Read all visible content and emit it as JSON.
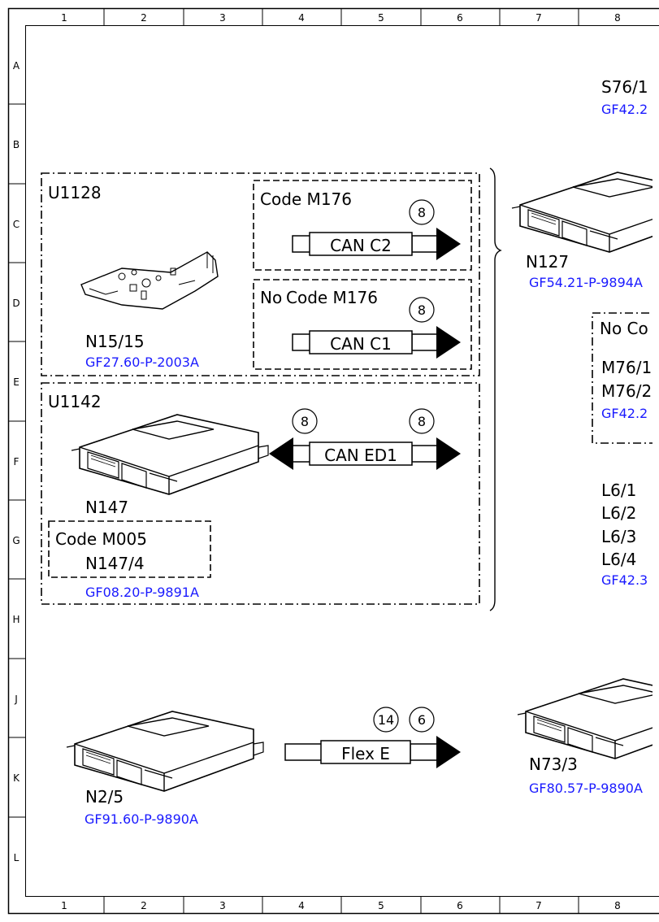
{
  "grid": {
    "columns": [
      "1",
      "2",
      "3",
      "4",
      "5",
      "6",
      "7",
      "8"
    ],
    "rows": [
      "A",
      "B",
      "C",
      "D",
      "E",
      "F",
      "G",
      "H",
      "J",
      "K",
      "L"
    ]
  },
  "colors": {
    "ref_link": "#1a1aff",
    "line": "#000000"
  },
  "u1128": {
    "title": "U1128",
    "module": "N15/15",
    "ref": "GF27.60-P-2003A",
    "variant_a": {
      "title": "Code M176",
      "bus": "CAN C2",
      "badge": "8"
    },
    "variant_b": {
      "title_prefix": "No",
      "title_rest": "Code M176",
      "bus": "CAN C1",
      "badge": "8"
    }
  },
  "u1142": {
    "title": "U1142",
    "module": "N147",
    "bus": "CAN ED1",
    "badge_left": "8",
    "badge_right": "8",
    "option_title": "Code M005",
    "option_module": "N147/4",
    "ref": "GF08.20-P-9891A"
  },
  "n2_5": {
    "module": "N2/5",
    "ref": "GF91.60-P-9890A",
    "bus": "Flex E",
    "badge_a": "14",
    "badge_b": "6"
  },
  "right": {
    "s76": "S76/1",
    "s76_ref": "GF42.2",
    "n127": "N127",
    "n127_ref": "GF54.21-P-9894A",
    "nocode_title": "No Co",
    "m76_1": "M76/1",
    "m76_2": "M76/2",
    "m76_ref": "GF42.2",
    "l6": [
      "L6/1",
      "L6/2",
      "L6/3",
      "L6/4"
    ],
    "l6_ref": "GF42.3",
    "n73": "N73/3",
    "n73_ref": "GF80.57-P-9890A"
  }
}
